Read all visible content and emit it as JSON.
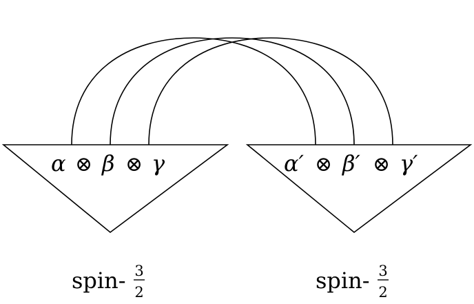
{
  "diagram": {
    "left_block": {
      "symbols": [
        "α",
        "⊗",
        "β",
        "⊗",
        "γ"
      ],
      "caption": {
        "text": "spin-",
        "numerator": "3",
        "denominator": "2"
      }
    },
    "right_block": {
      "symbols": [
        "α′",
        "⊗",
        "β′",
        "⊗",
        "γ′"
      ],
      "caption": {
        "text": "spin-",
        "numerator": "3",
        "denominator": "2"
      }
    },
    "colors": {
      "stroke": "#000000",
      "background": "#ffffff"
    }
  }
}
